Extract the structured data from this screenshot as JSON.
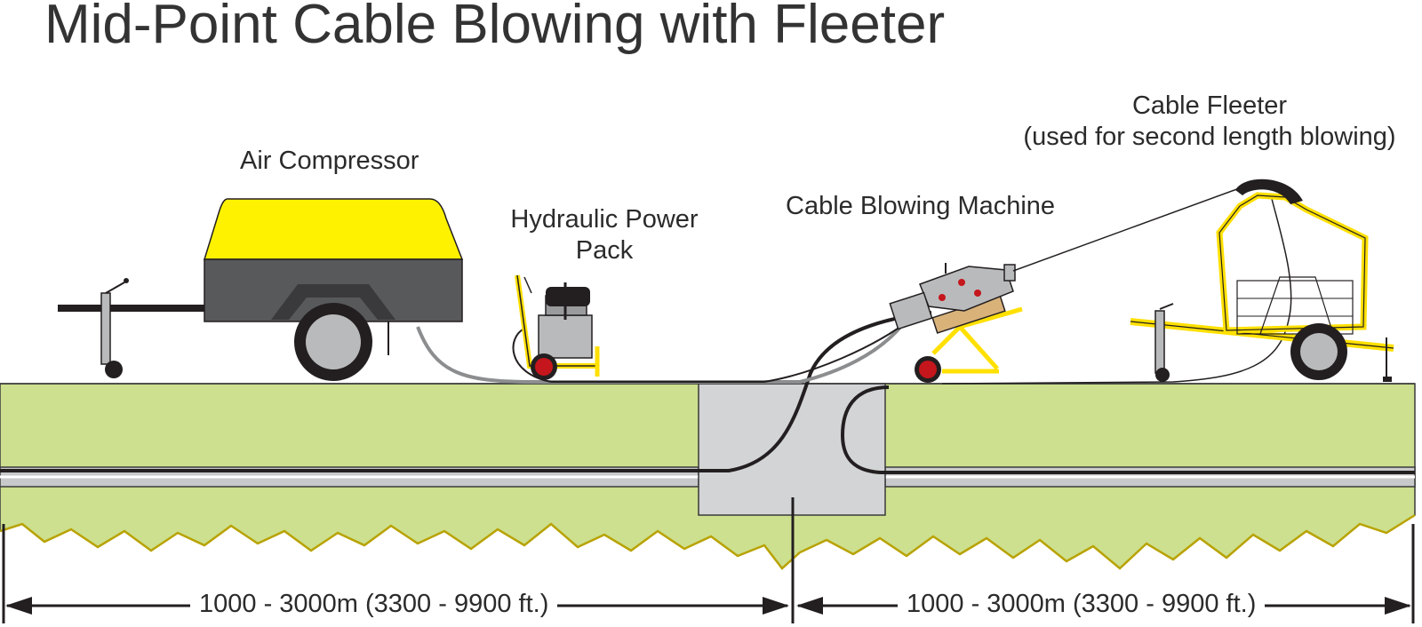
{
  "title": "Mid-Point Cable Blowing with Fleeter",
  "labels": {
    "air_compressor": "Air Compressor",
    "hydraulic_power_pack_line1": "Hydraulic Power",
    "hydraulic_power_pack_line2": "Pack",
    "cable_blowing_machine": "Cable Blowing Machine",
    "cable_fleeter_line1": "Cable Fleeter",
    "cable_fleeter_line2": "(used for second length blowing)"
  },
  "dimensions": {
    "left_span": "1000 - 3000m (3300 - 9900 ft.)",
    "right_span": "1000 - 3000m (3300 - 9900 ft.)"
  },
  "colors": {
    "ground": "#cde08f",
    "pit": "#d3d4d6",
    "duct": "#c8c9cb",
    "compressor_top": "#fff200",
    "compressor_body": "#58595b",
    "frame_yellow": "#ffe000",
    "wheel_red": "#c4161c",
    "metal": "#b9babc"
  }
}
